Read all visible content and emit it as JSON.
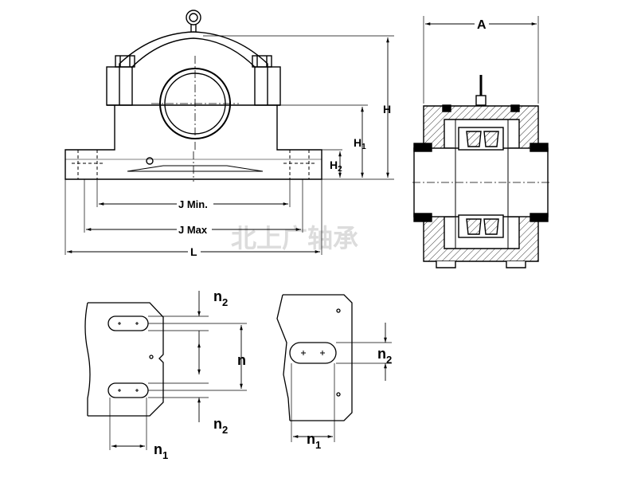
{
  "front_view": {
    "dim_H": "H",
    "dim_H1": "H",
    "dim_H1_sub": "1",
    "dim_H2": "H",
    "dim_H2_sub": "2",
    "dim_J_min": "J Min.",
    "dim_J_max": "J Max",
    "dim_L": "L"
  },
  "side_view": {
    "dim_A": "A"
  },
  "detail_left": {
    "dim_n": "n",
    "dim_n1": "n",
    "dim_n1_sub": "1",
    "dim_n2_top": "n",
    "dim_n2_top_sub": "2",
    "dim_n2_bottom": "n",
    "dim_n2_bottom_sub": "2"
  },
  "detail_right": {
    "dim_n1": "n",
    "dim_n1_sub": "1",
    "dim_n2": "n",
    "dim_n2_sub": "2"
  },
  "watermark": "北上广轴承",
  "colors": {
    "line": "#000000",
    "watermark": "#dcdcdc",
    "hatch": "#000000",
    "background": "#ffffff"
  }
}
